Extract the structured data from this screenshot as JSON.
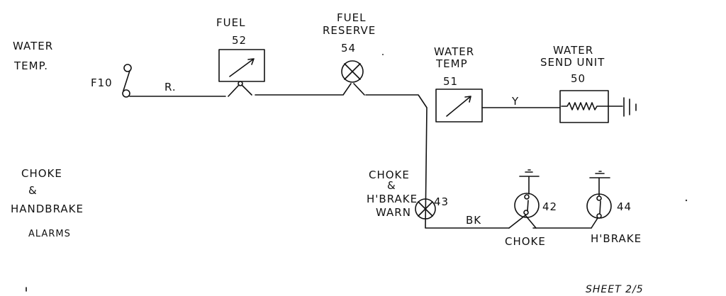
{
  "sections": {
    "water_temp": [
      "WATER",
      "TEMP."
    ],
    "choke_handbrake": [
      "CHOKE",
      "&",
      "HANDBRAKE",
      "ALARMS"
    ]
  },
  "components": {
    "switch_f10": {
      "label": "F10"
    },
    "fuel_gauge": {
      "name": "FUEL",
      "number": "52"
    },
    "fuel_reserve_lamp": {
      "name": [
        "FUEL",
        "RESERVE"
      ],
      "number": "54"
    },
    "water_temp_gauge": {
      "name": [
        "WATER",
        "TEMP"
      ],
      "number": "51"
    },
    "water_send_unit": {
      "name": [
        "WATER",
        "SEND UNIT"
      ],
      "number": "50"
    },
    "warn_lamp": {
      "name": [
        "CHOKE",
        "&",
        "H'BRAKE",
        "WARN"
      ],
      "number": "43"
    },
    "choke_switch": {
      "name": "CHOKE",
      "number": "42"
    },
    "hbrake_switch": {
      "name": "H'BRAKE",
      "number": "44"
    }
  },
  "wires": {
    "red": "R.",
    "yellow": "Y",
    "black": "BK"
  },
  "footer": {
    "sheet": "SHEET 2/5"
  }
}
